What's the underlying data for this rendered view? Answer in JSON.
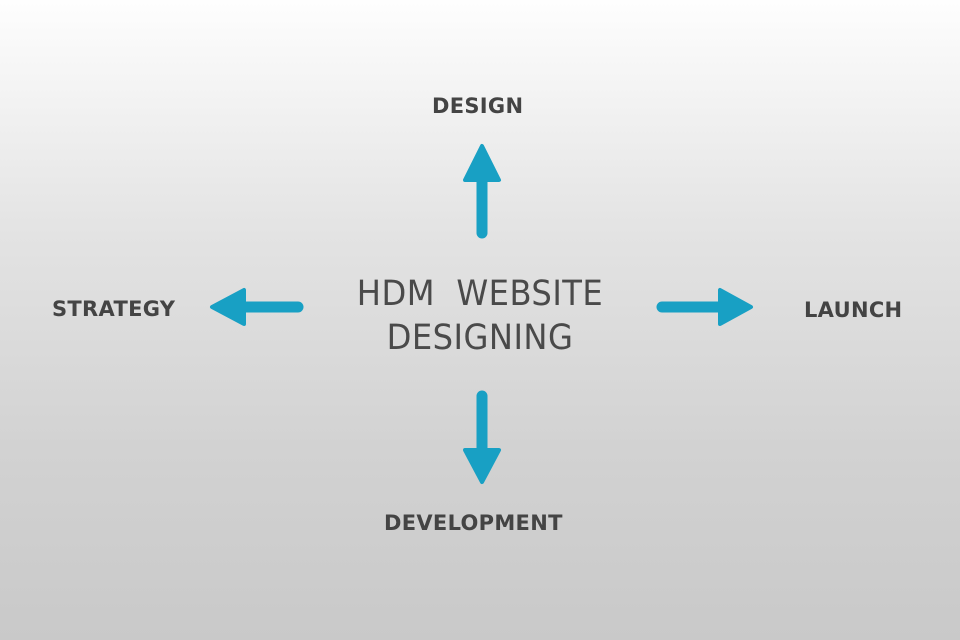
{
  "center": {
    "line1": "HDM  WEBSITE",
    "line2": "DESIGNING"
  },
  "nodes": {
    "top": "DESIGN",
    "left": "STRATEGY",
    "right": "LAUNCH",
    "bottom": "DEVELOPMENT"
  },
  "colors": {
    "arrow": "#18a0c4",
    "text": "#444444"
  },
  "icons": [
    "arrow-up-icon",
    "arrow-left-icon",
    "arrow-right-icon",
    "arrow-down-icon"
  ]
}
